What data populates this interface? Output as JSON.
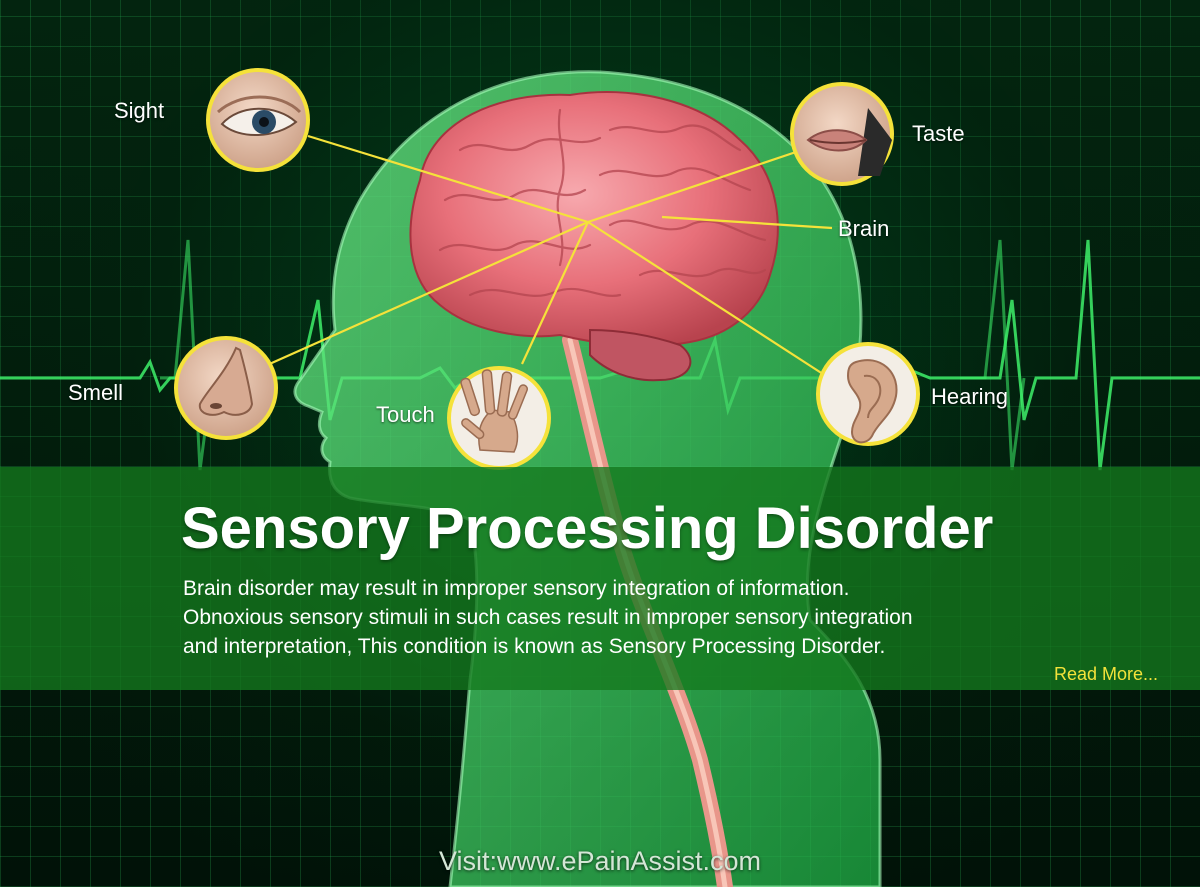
{
  "labels": {
    "sight": "Sight",
    "taste": "Taste",
    "brain": "Brain",
    "smell": "Smell",
    "touch": "Touch",
    "hearing": "Hearing"
  },
  "icons": {
    "sight": "eye-icon",
    "taste": "mouth-icon",
    "smell": "nose-icon",
    "touch": "hand-icon",
    "hearing": "ear-icon"
  },
  "title": "Sensory Processing Disorder",
  "description": [
    "Brain disorder may result in improper sensory integration of information.",
    "Obnoxious sensory stimuli in such cases result in improper sensory integration",
    "and interpretation, This condition is known as Sensory Processing Disorder."
  ],
  "read_more": "Read More...",
  "footer": "Visit:www.ePainAssist.com",
  "colors": {
    "background": "#021a0c",
    "grid": "#28aa50",
    "heartbeat": "#3ef06a",
    "banner": "#14781e",
    "brain": "#e8707a",
    "connector": "#f5e23a",
    "read_more": "#f2e23a"
  }
}
